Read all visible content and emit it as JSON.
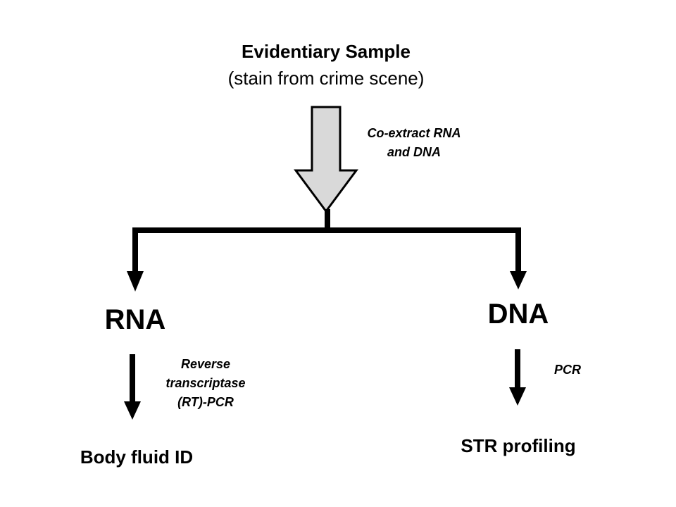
{
  "sample": {
    "title": "Evidentiary Sample",
    "subtitle": "(stain from crime scene)"
  },
  "extraction_note": {
    "line1": "Co-extract RNA",
    "line2": "and DNA"
  },
  "rna_branch": {
    "label": "RNA",
    "method_line1": "Reverse",
    "method_line2": "transcriptase",
    "method_line3": "(RT)-PCR",
    "result": "Body fluid ID"
  },
  "dna_branch": {
    "label": "DNA",
    "method": "PCR",
    "result": "STR profiling"
  },
  "colors": {
    "arrow_fill": "#d9d9d9",
    "stroke": "#000000"
  }
}
